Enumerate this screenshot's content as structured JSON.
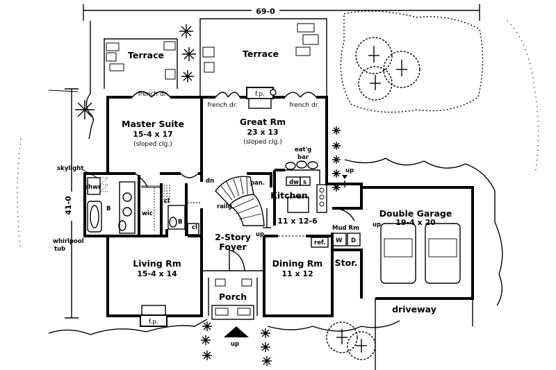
{
  "dimensions": {
    "width": "69-0",
    "depth": "41-0"
  },
  "rooms": {
    "terrace_left": {
      "name": "Terrace"
    },
    "terrace_center": {
      "name": "Terrace"
    },
    "master_suite": {
      "name": "Master Suite",
      "size": "15-4 x 17",
      "note": "(sloped clg.)"
    },
    "great_room": {
      "name": "Great Rm",
      "size": "23 x 13",
      "note": "(sloped clg.)"
    },
    "kitchen": {
      "name": "Kitchen",
      "size": "11 x 12-6"
    },
    "double_garage": {
      "name": "Double Garage",
      "size": "19-4 x 20"
    },
    "foyer": {
      "name": "2-Story",
      "name2": "Foyer"
    },
    "living_room": {
      "name": "Living Rm",
      "size": "15-4 x 14"
    },
    "dining_room": {
      "name": "Dining Rm",
      "size": "11 x 12"
    },
    "porch": {
      "name": "Porch"
    },
    "storage": {
      "name": "Stor."
    },
    "mud_room": {
      "name": "Mud Rm"
    }
  },
  "labels": {
    "french_door": "french dr.",
    "fireplace": "f.p.",
    "eating_bar_1": "eat'g",
    "eating_bar_2": "bar",
    "skylight": "skylight",
    "shower": "shwr",
    "whirlpool_1": "whirlpool",
    "whirlpool_2": "tub",
    "bath": "B",
    "closet": "cl",
    "walk_in_closet": "wic",
    "down": "dn",
    "up": "up",
    "pantry": "pan.",
    "railing": "railg",
    "dishwasher": "dw",
    "sink": "s",
    "refrigerator": "ref.",
    "washer": "W",
    "dryer": "D",
    "driveway": "driveway",
    "entry": "up"
  }
}
